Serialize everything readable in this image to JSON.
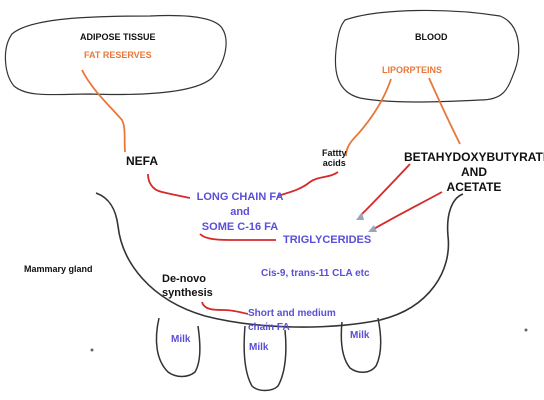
{
  "colors": {
    "outline": "#333333",
    "connector_orange": "#e8783a",
    "connector_red": "#d62a2a",
    "text_black": "#111111",
    "text_orange": "#e8783a",
    "text_blue": "#5a4fd6"
  },
  "adipose": {
    "title": "ADIPOSE TISSUE",
    "content": "FAT RESERVES"
  },
  "blood": {
    "title": "BLOOD",
    "content": "LIPORPTEINS"
  },
  "flow_labels": {
    "nefa": "NEFA",
    "fatty_acids_line1": "Fattty",
    "fatty_acids_line2": "acids",
    "bhb_line1": "BETAHYDOXYBUTYRATE",
    "bhb_line2": "AND",
    "bhb_line3": "ACETATE",
    "denovo_line1": "De-novo",
    "denovo_line2": "synthesis"
  },
  "gland": {
    "label": "Mammary gland",
    "long_chain_line1": "LONG CHAIN FA",
    "long_chain_line2": "and",
    "long_chain_line3": "SOME C-16 FA",
    "triglycerides": "TRIGLYCERIDES",
    "cla": "Cis-9, trans-11 CLA etc",
    "short_medium_line1": "Short and medium",
    "short_medium_line2": "chain FA",
    "teats": [
      "Milk",
      "Milk",
      "Milk"
    ]
  }
}
